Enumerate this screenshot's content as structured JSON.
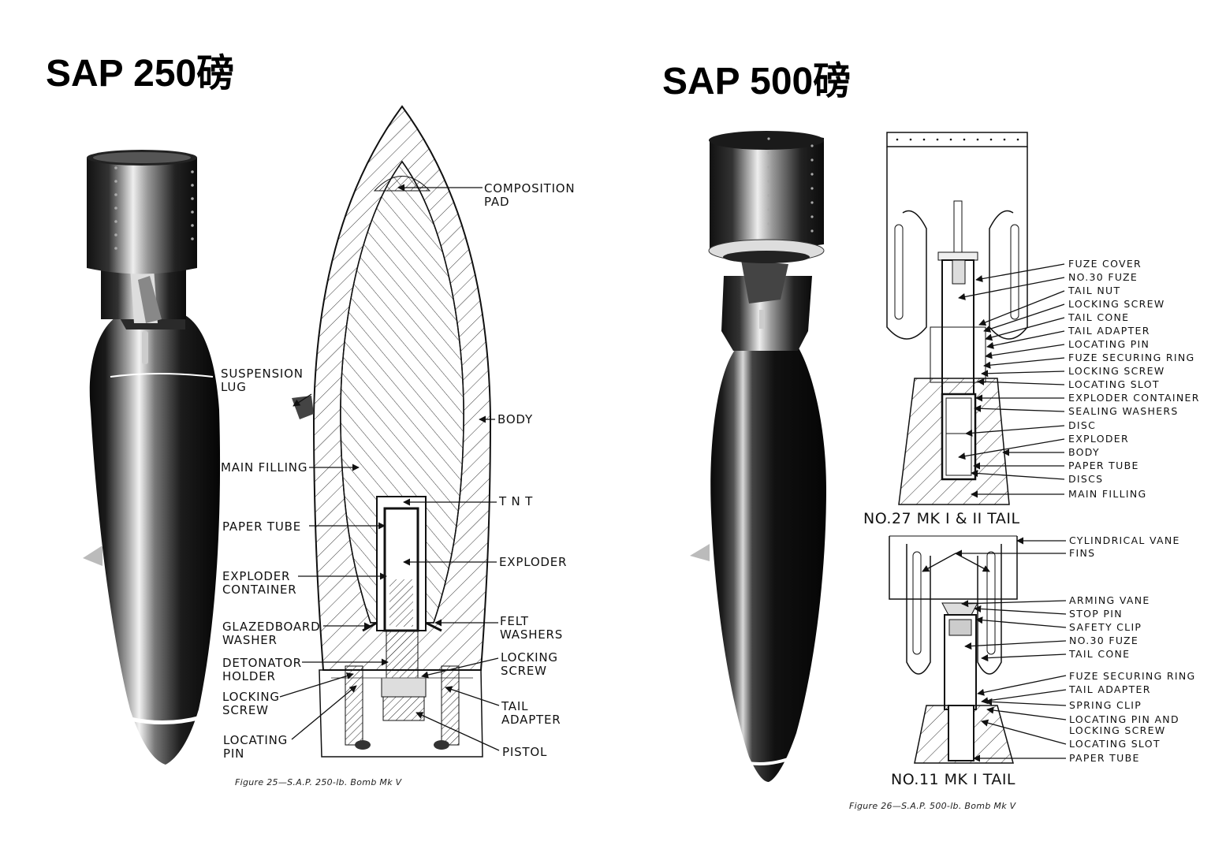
{
  "left": {
    "title": "SAP 250磅",
    "caption": "Figure 25—S.A.P. 250-lb. Bomb Mk V",
    "labels": {
      "composition_pad": "COMPOSITION\nPAD",
      "suspension_lug": "SUSPENSION\nLUG",
      "body": "BODY",
      "main_filling": "MAIN FILLING",
      "tnt": "T N T",
      "paper_tube": "PAPER TUBE",
      "exploder": "EXPLODER",
      "exploder_container": "EXPLODER\nCONTAINER",
      "glazedboard_washer": "GLAZEDBOARD\nWASHER",
      "felt_washers": "FELT\nWASHERS",
      "detonator_holder": "DETONATOR\nHOLDER",
      "locking_screw_right": "LOCKING\nSCREW",
      "locking_screw_left": "LOCKING\nSCREW",
      "tail_adapter": "TAIL\nADAPTER",
      "locating_pin": "LOCATING\nPIN",
      "pistol": "PISTOL"
    }
  },
  "right": {
    "title": "SAP 500磅",
    "caption": "Figure 26—S.A.P. 500-lb. Bomb Mk V",
    "tail_top_heading": "NO.27 MK I & II TAIL",
    "tail_bottom_heading": "NO.11 MK I TAIL",
    "top_labels": [
      "FUZE COVER",
      "NO.30 FUZE",
      "TAIL NUT",
      "LOCKING SCREW",
      "TAIL CONE",
      "TAIL ADAPTER",
      "LOCATING PIN",
      "FUZE SECURING RING",
      "LOCKING SCREW",
      "LOCATING SLOT",
      "EXPLODER CONTAINER",
      "SEALING WASHERS",
      "DISC",
      "EXPLODER",
      "BODY",
      "PAPER TUBE",
      "DISCS",
      "MAIN FILLING"
    ],
    "bottom_labels": [
      "CYLINDRICAL VANE",
      "FINS",
      "ARMING VANE",
      "STOP PIN",
      "SAFETY CLIP",
      "NO.30 FUZE",
      "TAIL CONE",
      "FUZE SECURING RING",
      "TAIL ADAPTER",
      "SPRING CLIP",
      "LOCATING PIN AND\nLOCKING SCREW",
      "LOCATING SLOT",
      "PAPER TUBE"
    ]
  }
}
